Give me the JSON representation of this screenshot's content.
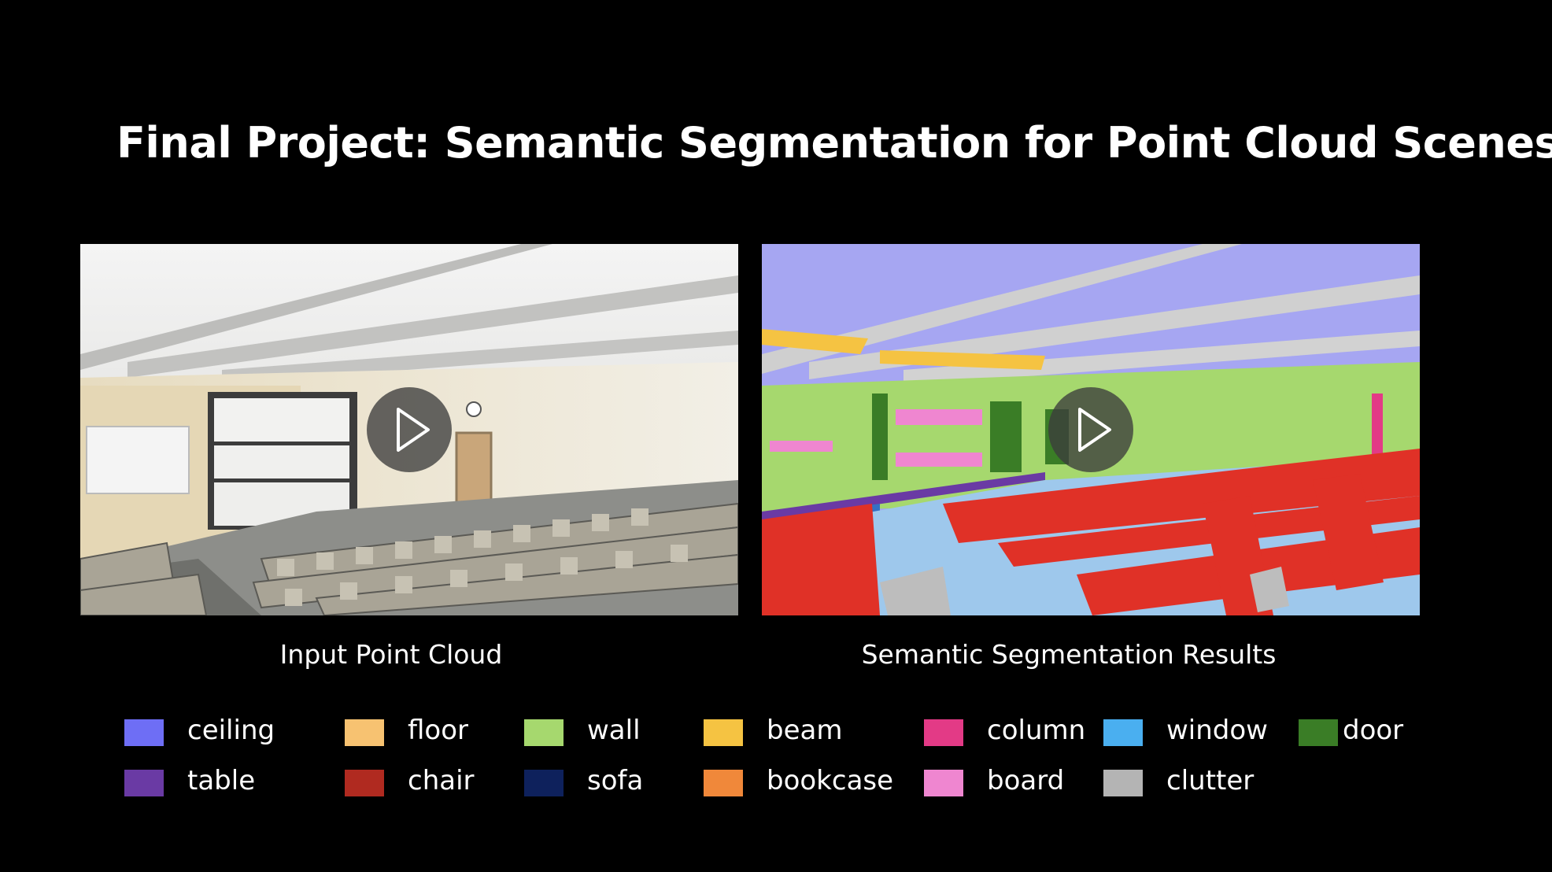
{
  "title": "Final Project: Semantic Segmentation for Point Cloud Scenes",
  "panels": {
    "left": {
      "caption": "Input Point Cloud",
      "play_icon": "play-icon"
    },
    "right": {
      "caption": "Semantic Segmentation Results",
      "play_icon": "play-icon"
    }
  },
  "legend": [
    {
      "label": "ceiling",
      "color": "#6e6ef5"
    },
    {
      "label": "floor",
      "color": "#f7c271"
    },
    {
      "label": "wall",
      "color": "#a6d86e"
    },
    {
      "label": "beam",
      "color": "#f5c342"
    },
    {
      "label": "column",
      "color": "#e33a86"
    },
    {
      "label": "window",
      "color": "#4aaff0"
    },
    {
      "label": "door",
      "color": "#3a7d26"
    },
    {
      "label": "table",
      "color": "#6a3aa4"
    },
    {
      "label": "chair",
      "color": "#b02a20"
    },
    {
      "label": "sofa",
      "color": "#0e215c"
    },
    {
      "label": "bookcase",
      "color": "#f0883a"
    },
    {
      "label": "board",
      "color": "#ef86d0"
    },
    {
      "label": "clutter",
      "color": "#b4b4b4"
    }
  ]
}
